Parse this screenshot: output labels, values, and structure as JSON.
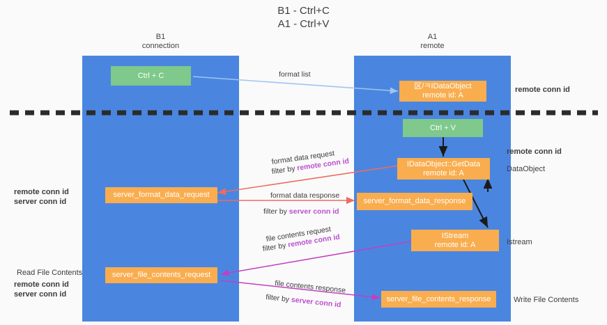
{
  "title": "B1 - Ctrl+C\nA1 - Ctrl+V",
  "columns": {
    "left": {
      "name": "B1",
      "role": "connection",
      "header": "B1\nconnection"
    },
    "right": {
      "name": "A1",
      "role": "remote",
      "header": "A1\nremote"
    }
  },
  "colors": {
    "lane": "#4a86e0",
    "green_node": "#7ec98b",
    "orange_node": "#f9ad4e",
    "purple_text": "#bb4fd0",
    "green_text": "#7ec98b",
    "divider": "#2b2b2b",
    "arrow_format_list": "#9fc5f0",
    "arrow_black": "#1b1b1b",
    "arrow_red": "#ef6b5e",
    "arrow_magenta": "#c23fc2"
  },
  "nodes": [
    {
      "id": "ctrl-c",
      "label": "Ctrl + C",
      "style": "green"
    },
    {
      "id": "idataobject-remote",
      "label": "区/ㅋIDataObject\nremote id: A",
      "style": "orange"
    },
    {
      "id": "ctrl-v",
      "label": "Ctrl + V",
      "style": "green"
    },
    {
      "id": "idataobject-getdata",
      "label": "IDataObject::GetData\nremote id: A",
      "style": "orange"
    },
    {
      "id": "server-format-data-request",
      "label": "server_format_data_request",
      "style": "orange"
    },
    {
      "id": "server-format-data-response",
      "label": "server_format_data_response",
      "style": "orange"
    },
    {
      "id": "istream-remote",
      "label": "IStream\nremote id: A",
      "style": "orange"
    },
    {
      "id": "server-file-contents-request",
      "label": "server_file_contents_request",
      "style": "orange"
    },
    {
      "id": "server-file-contents-response",
      "label": "server_file_contents_response",
      "style": "orange"
    }
  ],
  "edge_labels": {
    "format_list": "format list",
    "format_data_request": "format data request",
    "format_data_request_filter_prefix": "filter by ",
    "format_data_request_filter_key": "remote conn id",
    "format_data_response": "format data response",
    "format_data_response_filter_prefix": "filter by ",
    "format_data_response_filter_key": "server conn id",
    "file_contents_request": "file contents request",
    "file_contents_request_filter_prefix": "filter by ",
    "file_contents_request_filter_key": "remote conn id",
    "file_contents_response": "file contents response",
    "file_contents_response_filter_prefix": "filter by ",
    "file_contents_response_filter_key": "server conn id"
  },
  "right_notes": [
    {
      "id": "note-remote-conn-id-1",
      "text": "remote conn id",
      "kind": "purple"
    },
    {
      "id": "note-remote-conn-id-2",
      "text": "remote conn id",
      "kind": "purple"
    },
    {
      "id": "note-dataobject",
      "text": "DataObject",
      "kind": "plain"
    },
    {
      "id": "note-istream",
      "text": "Istream",
      "kind": "plain"
    },
    {
      "id": "note-write-file",
      "text": "Write File Contents",
      "kind": "plain"
    }
  ],
  "left_notes": [
    {
      "id": "note-left-remote-conn-id",
      "text": "remote conn id",
      "kind": "purple"
    },
    {
      "id": "note-left-server-conn-id",
      "text": "server conn id",
      "kind": "green"
    },
    {
      "id": "note-read-file",
      "text": "Read File Contents",
      "kind": "plain"
    },
    {
      "id": "note-left-remote-conn-id-2",
      "text": "remote conn id",
      "kind": "purple"
    },
    {
      "id": "note-left-server-conn-id-2",
      "text": "server conn id",
      "kind": "green"
    }
  ]
}
